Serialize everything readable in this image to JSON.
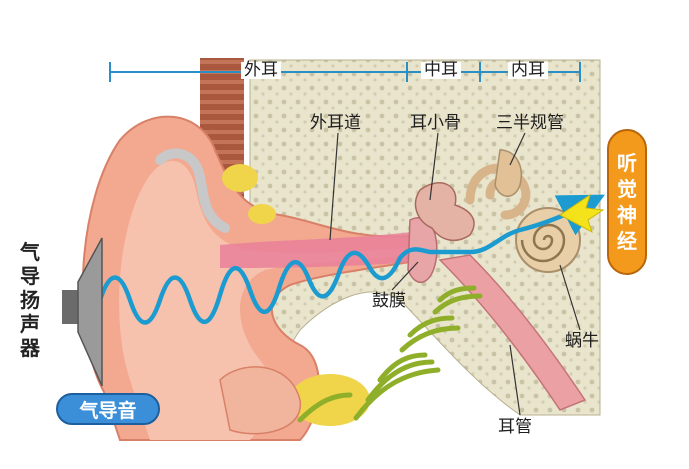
{
  "sections": {
    "outer": "外耳",
    "middle": "中耳",
    "inner": "内耳"
  },
  "labels": {
    "ear_canal": "外耳道",
    "ossicles": "耳小骨",
    "semicircular": "三半规管",
    "eardrum": "鼓膜",
    "cochlea": "蜗牛",
    "eustachian": "耳管"
  },
  "speaker_label": [
    "气",
    "导",
    "扬",
    "声",
    "器"
  ],
  "air_conduction": "气导音",
  "auditory_nerve": [
    "听",
    "觉",
    "神",
    "经"
  ],
  "colors": {
    "wave_blue": "#1c9bd0",
    "bone_wave_green": "#8fae2a",
    "nerve_orange": "#f39a1c",
    "arrow_yellow": "#f4e21a",
    "skin_pink": "#f3a890",
    "bone": "#e8e2c8"
  }
}
